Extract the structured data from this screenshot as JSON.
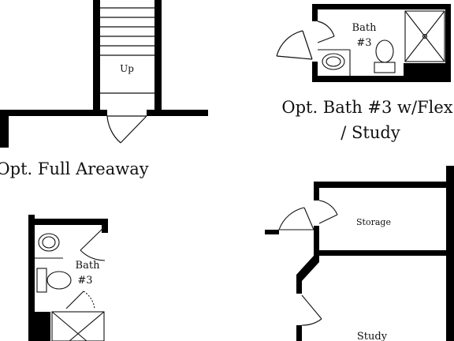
{
  "captions": {
    "full_areaway": "Opt. Full Areaway",
    "bath3_flex_line1": "Opt. Bath #3 w/Flex",
    "bath3_flex_line2": "/ Study"
  },
  "rooms": {
    "stair_up": "Up",
    "bath_top_line1": "Bath",
    "bath_top_line2": "#3",
    "bath_bottom_line1": "Bath",
    "bath_bottom_line2": "#3",
    "storage": "Storage",
    "study": "Study"
  },
  "colors": {
    "wall": "#000000",
    "line": "#111111",
    "background": "#ffffff"
  }
}
